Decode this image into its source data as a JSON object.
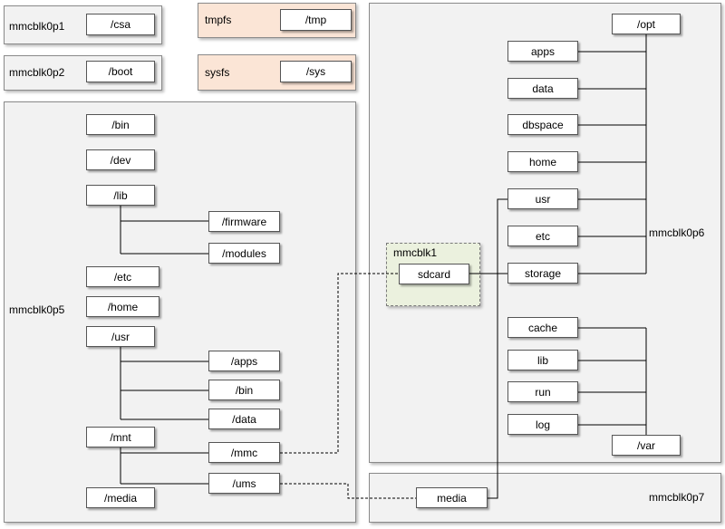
{
  "partitions": {
    "p1": "mmcblk0p1",
    "p2": "mmcblk0p2",
    "tmpfs": "tmpfs",
    "sysfs": "sysfs",
    "p5": "mmcblk0p5",
    "p6": "mmcblk0p6",
    "p7": "mmcblk0p7",
    "sd": "mmcblk1"
  },
  "dirs": {
    "csa": "/csa",
    "boot": "/boot",
    "tmp": "/tmp",
    "sys": "/sys",
    "bin": "/bin",
    "dev": "/dev",
    "lib": "/lib",
    "firmware": "/firmware",
    "modules": "/modules",
    "etc": "/etc",
    "home": "/home",
    "usr": "/usr",
    "usr_apps": "/apps",
    "usr_bin": "/bin",
    "usr_data": "/data",
    "mnt": "/mnt",
    "mmc": "/mmc",
    "ums": "/ums",
    "media": "/media",
    "opt": "/opt",
    "opt_apps": "apps",
    "opt_data": "data",
    "opt_dbspace": "dbspace",
    "opt_home": "home",
    "opt_usr": "usr",
    "opt_etc": "etc",
    "opt_storage": "storage",
    "sdcard": "sdcard",
    "var_cache": "cache",
    "var_lib": "lib",
    "var_run": "run",
    "var_log": "log",
    "var": "/var",
    "p7_media": "media"
  }
}
